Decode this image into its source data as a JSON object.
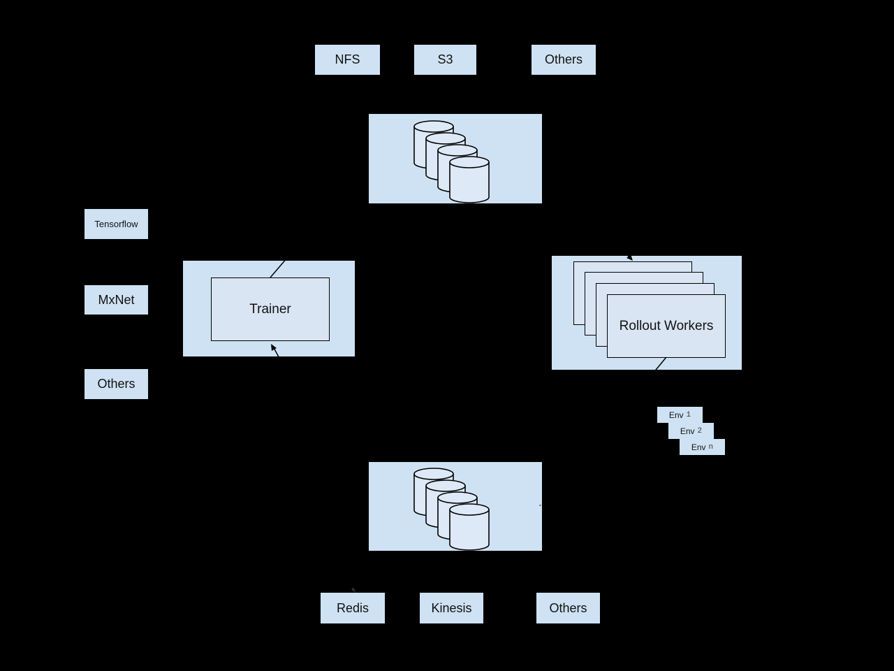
{
  "colors": {
    "background": "#000000",
    "box_fill": "#cfe2f3",
    "card_fill": "#d9e5f3",
    "cylinder_fill": "#dde9f7",
    "line_stroke": "#000000",
    "text": "#111111"
  },
  "storage_top": {
    "items": [
      {
        "label": "NFS"
      },
      {
        "label": "S3"
      },
      {
        "label": "Others"
      }
    ]
  },
  "model_storage": {
    "icon": "database-cylinders"
  },
  "frameworks": {
    "items": [
      {
        "label": "Tensorflow"
      },
      {
        "label": "MxNet"
      },
      {
        "label": "Others"
      }
    ]
  },
  "trainer": {
    "label": "Trainer"
  },
  "rollout": {
    "label": "Rollout Workers"
  },
  "envs": {
    "items": [
      {
        "name": "Env",
        "index": "1"
      },
      {
        "name": "Env",
        "index": "2"
      },
      {
        "name": "Env",
        "index": "n"
      }
    ]
  },
  "memory_backend": {
    "icon": "database-cylinders"
  },
  "storage_bottom": {
    "items": [
      {
        "label": "Redis"
      },
      {
        "label": "Kinesis"
      },
      {
        "label": "Others"
      }
    ]
  }
}
